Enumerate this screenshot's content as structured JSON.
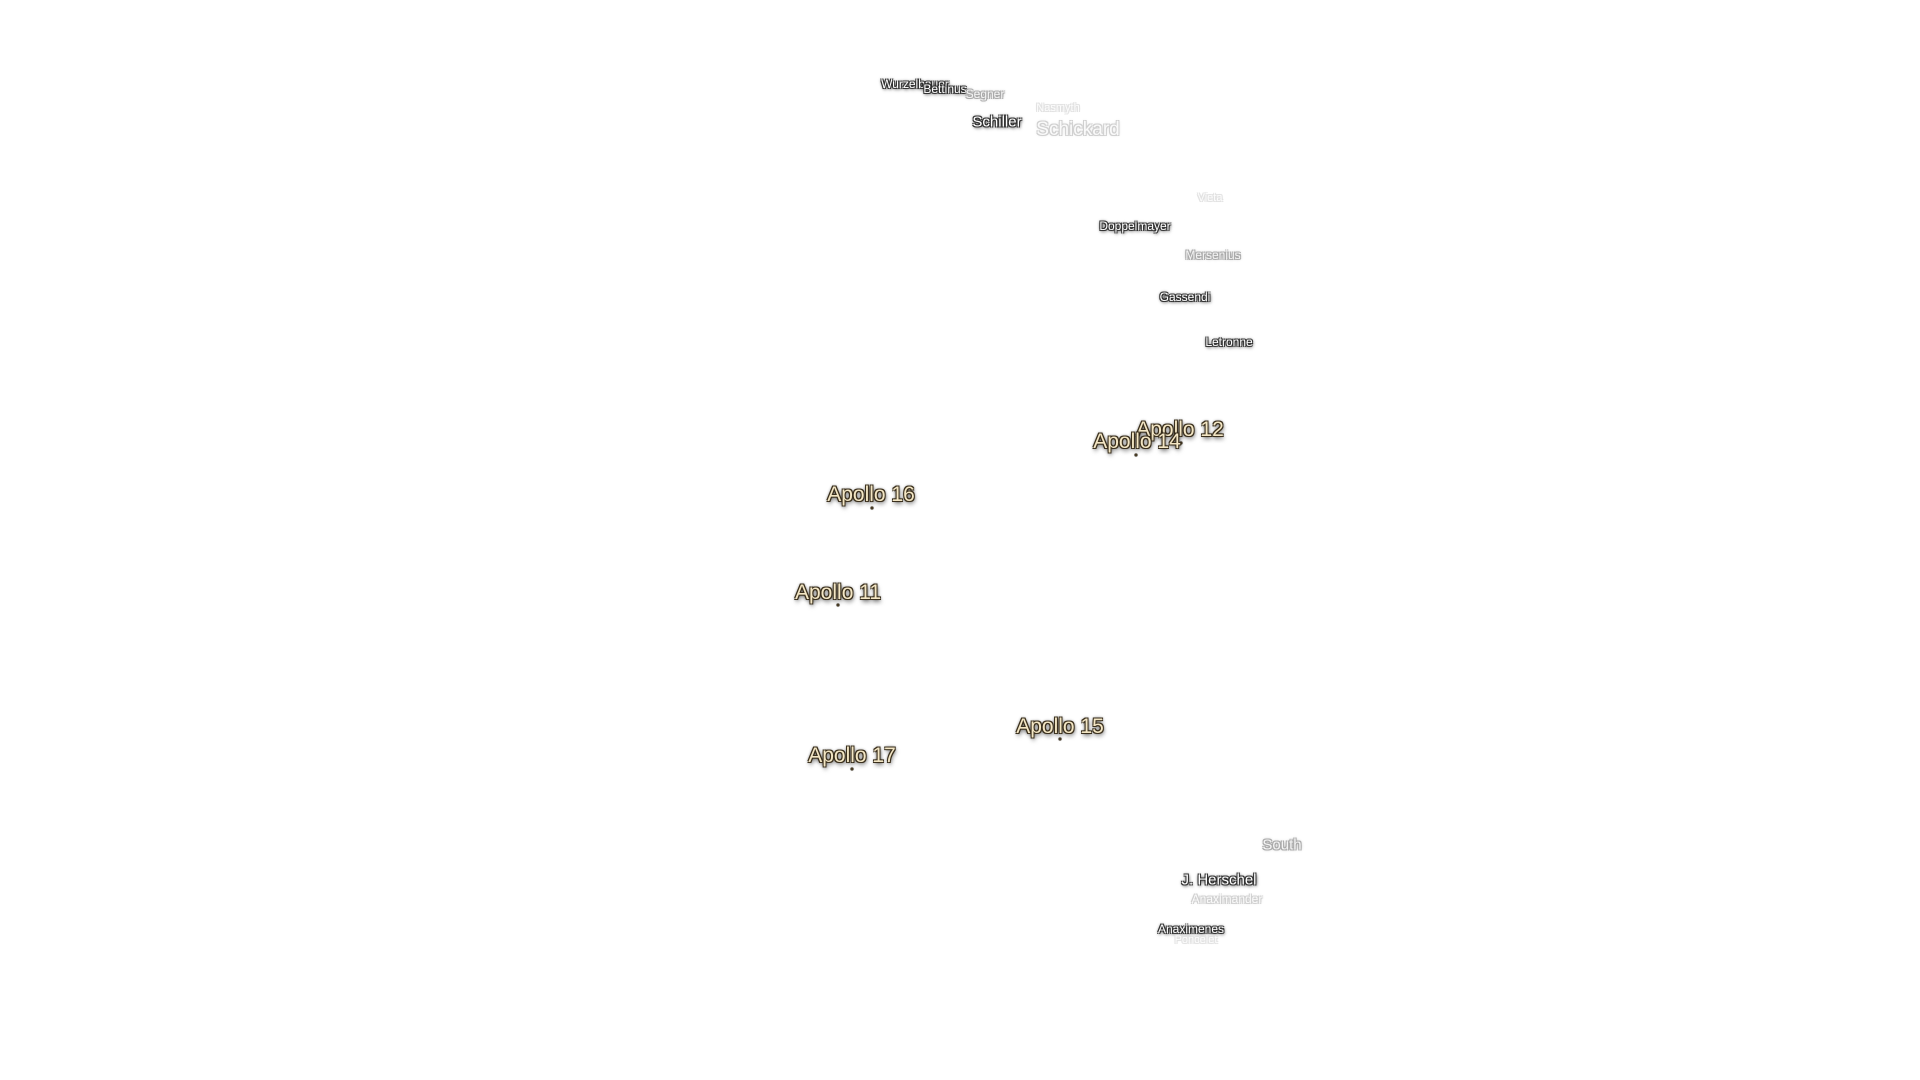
{
  "map": {
    "background": "#ffffff",
    "apollo_label_color": "#f3e6c4",
    "crater_label_color": "#ffffff"
  },
  "craters": {
    "wurzelbauer": "Wurzelbauer",
    "bettinus": "Bettinus",
    "segner": "Segner",
    "nasmyth": "Nasmyth",
    "schiller": "Schiller",
    "schickard": "Schickard",
    "vieta": "Vieta",
    "doppelmayer": "Doppelmayer",
    "mersenius": "Mersenius",
    "gassendi": "Gassendi",
    "letronne": "Letronne",
    "south": "South",
    "j_herschel": "J. Herschel",
    "anaximander": "Anaximander",
    "anaximenes": "Anaximenes",
    "poncelet": "Poncelet"
  },
  "apollo_sites": {
    "apollo_12": "Apollo 12",
    "apollo_14": "Apollo 14",
    "apollo_16": "Apollo 16",
    "apollo_11": "Apollo 11",
    "apollo_15": "Apollo 15",
    "apollo_17": "Apollo 17"
  }
}
